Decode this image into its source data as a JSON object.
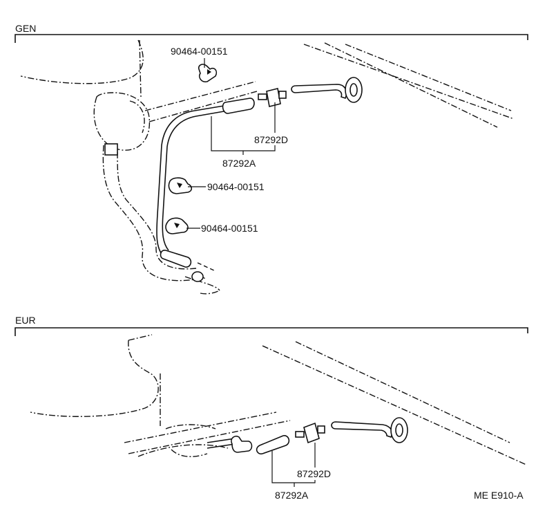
{
  "sections": {
    "gen": {
      "title": "GEN",
      "labels": {
        "clip_top": "90464-00151",
        "clip_mid": "90464-00151",
        "clip_low": "90464-00151",
        "connector": "87292D",
        "tube": "87292A"
      }
    },
    "eur": {
      "title": "EUR",
      "labels": {
        "connector": "87292D",
        "tube": "87292A"
      }
    }
  },
  "figure_code": "ME E910-A"
}
